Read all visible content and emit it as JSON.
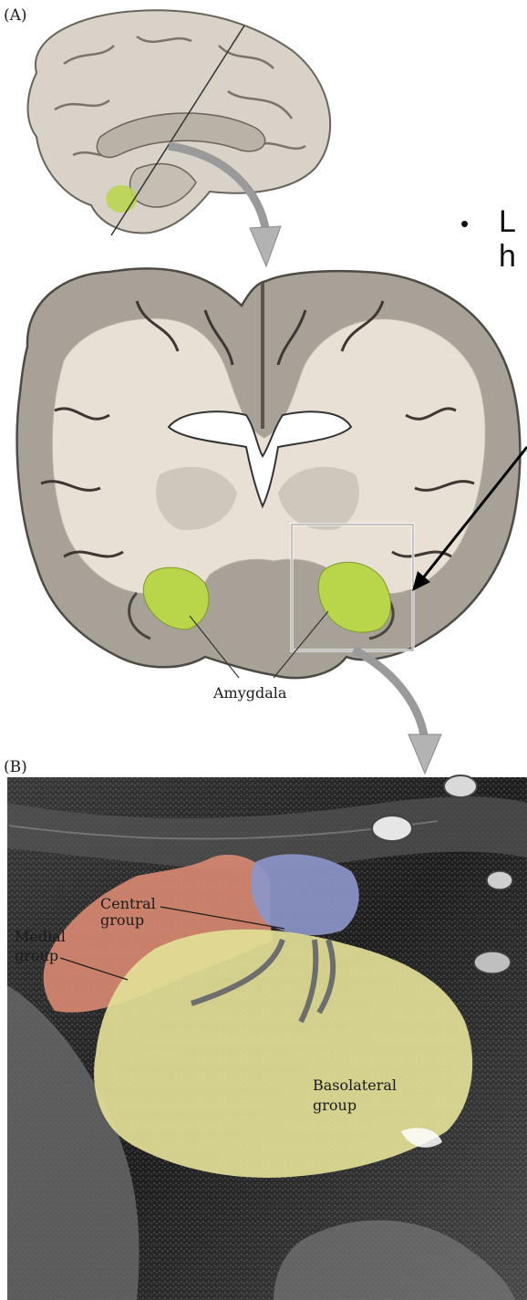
{
  "panel_a": {
    "letter": "(A)",
    "amygdala_label": "Amygdala",
    "slide_text": {
      "bullet": "•",
      "line1": "L",
      "line2": "h"
    }
  },
  "panel_b": {
    "letter": "(B)",
    "central": {
      "line1": "Central",
      "line2": "group"
    },
    "medial": {
      "line1": "Medial",
      "line2": "group"
    },
    "basolateral": {
      "line1": "Basolateral",
      "line2": "group"
    }
  },
  "colors": {
    "amygdala_highlight": "#b9d64a",
    "central_group": "#8c95c9",
    "medial_group": "#d98a72",
    "basolateral_group": "#e2df96"
  }
}
